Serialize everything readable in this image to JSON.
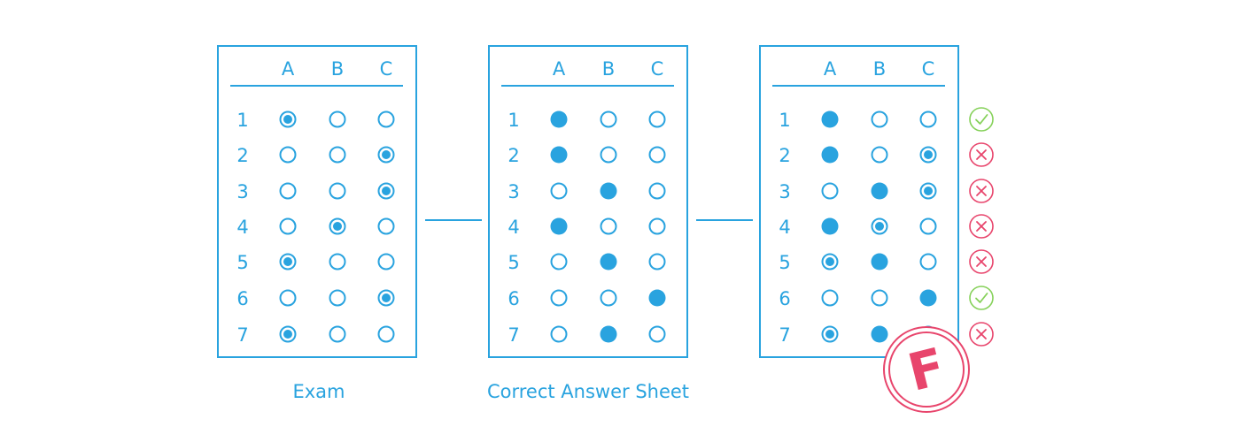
{
  "colors": {
    "primary": "#29a3df",
    "correct": "#86d15a",
    "wrong": "#e8456c",
    "background": "#ffffff"
  },
  "columns": [
    "A",
    "B",
    "C"
  ],
  "rows": [
    "1",
    "2",
    "3",
    "4",
    "5",
    "6",
    "7"
  ],
  "sheets": [
    {
      "id": "exam",
      "caption": "Exam",
      "marks": [
        [
          "selected",
          "empty",
          "empty"
        ],
        [
          "empty",
          "empty",
          "selected"
        ],
        [
          "empty",
          "empty",
          "selected"
        ],
        [
          "empty",
          "selected",
          "empty"
        ],
        [
          "selected",
          "empty",
          "empty"
        ],
        [
          "empty",
          "empty",
          "selected"
        ],
        [
          "selected",
          "empty",
          "empty"
        ]
      ]
    },
    {
      "id": "answer-key",
      "caption": "Correct Answer Sheet",
      "marks": [
        [
          "filled",
          "empty",
          "empty"
        ],
        [
          "filled",
          "empty",
          "empty"
        ],
        [
          "empty",
          "filled",
          "empty"
        ],
        [
          "filled",
          "empty",
          "empty"
        ],
        [
          "empty",
          "filled",
          "empty"
        ],
        [
          "empty",
          "empty",
          "filled"
        ],
        [
          "empty",
          "filled",
          "empty"
        ]
      ]
    },
    {
      "id": "graded",
      "caption": "",
      "marks": [
        [
          "filled",
          "empty",
          "empty"
        ],
        [
          "filled",
          "empty",
          "selected"
        ],
        [
          "empty",
          "filled",
          "selected"
        ],
        [
          "filled",
          "selected",
          "empty"
        ],
        [
          "selected",
          "filled",
          "empty"
        ],
        [
          "empty",
          "empty",
          "filled"
        ],
        [
          "selected",
          "filled",
          "empty"
        ]
      ]
    }
  ],
  "results": [
    "correct",
    "wrong",
    "wrong",
    "wrong",
    "wrong",
    "correct",
    "wrong"
  ],
  "icons": {
    "correct": "check-circle-icon",
    "wrong": "x-circle-icon",
    "grade": "grade-stamp-icon"
  },
  "grade": "F"
}
